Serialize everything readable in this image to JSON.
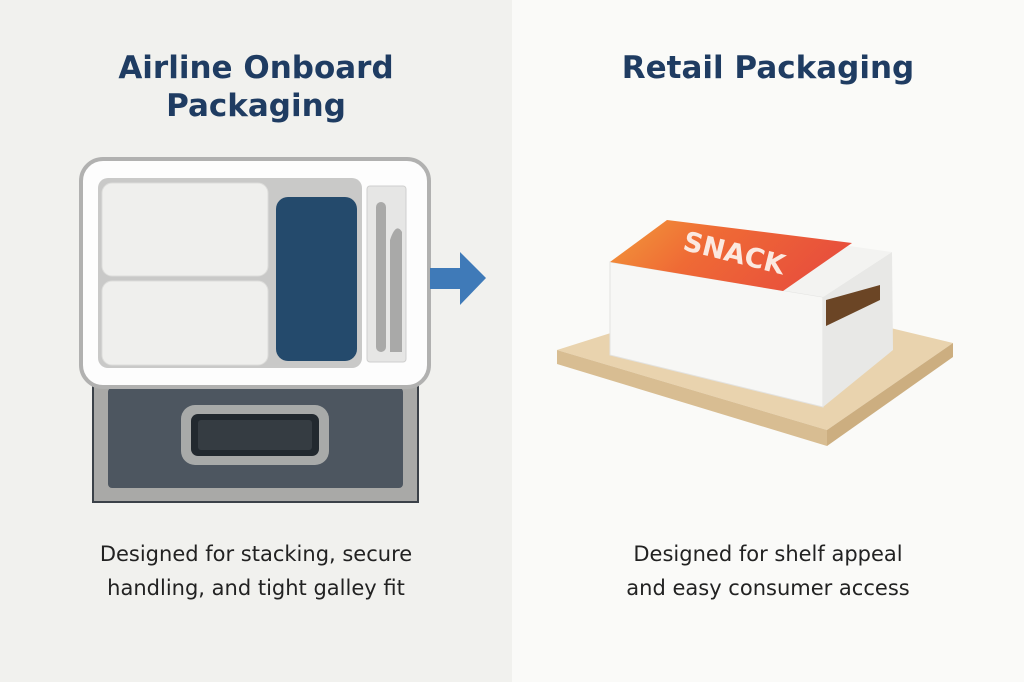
{
  "left": {
    "title_line1": "Airline Onboard",
    "title_line2": "Packaging",
    "caption_line1": "Designed for stacking, secure",
    "caption_line2": "handling, and tight galley fit"
  },
  "right": {
    "title": "Retail Packaging",
    "box_label": "SNACK",
    "caption_line1": "Designed for shelf appeal",
    "caption_line2": "and easy consumer access"
  },
  "colors": {
    "title": "#1f3c62",
    "arrow": "#3f7ab8",
    "tray_accent": "#244a6c",
    "box_orange": "#f29a3a",
    "box_red": "#e8543a"
  }
}
